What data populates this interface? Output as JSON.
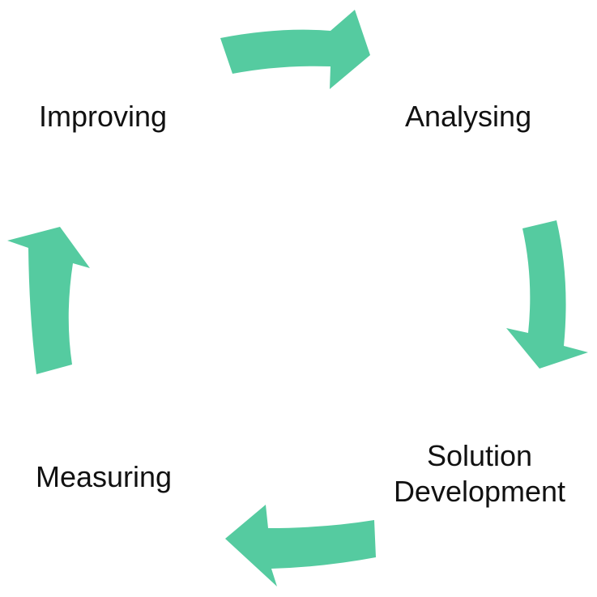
{
  "diagram": {
    "stages": {
      "improving": "Improving",
      "analysing": "Analysing",
      "solution_line1": "Solution",
      "solution_line2": "Development",
      "measuring": "Measuring"
    },
    "arrow_color": "#55CBA0",
    "arrows": [
      {
        "from": "Improving",
        "to": "Analysing"
      },
      {
        "from": "Analysing",
        "to": "Solution Development"
      },
      {
        "from": "Solution Development",
        "to": "Measuring"
      },
      {
        "from": "Measuring",
        "to": "Improving"
      }
    ]
  }
}
